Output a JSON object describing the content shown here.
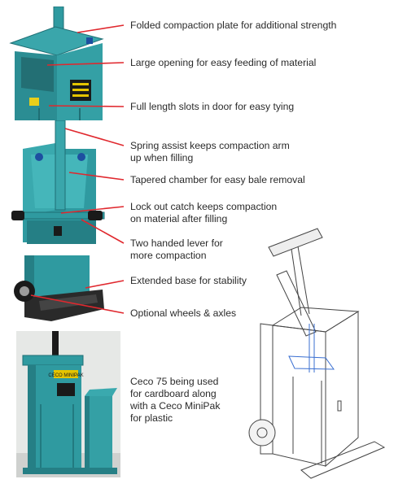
{
  "callouts": [
    {
      "lines": [
        "Folded compaction plate for additional strength"
      ]
    },
    {
      "lines": [
        "Large opening for easy feeding of material"
      ]
    },
    {
      "lines": [
        "Full length slots in door for easy tying"
      ]
    },
    {
      "lines": [
        "Spring assist keeps compaction arm",
        "up when filling"
      ]
    },
    {
      "lines": [
        "Tapered chamber for easy bale removal"
      ]
    },
    {
      "lines": [
        "Lock out catch keeps compaction",
        "on material after filling"
      ]
    },
    {
      "lines": [
        "Two handed lever for",
        "more compaction"
      ]
    },
    {
      "lines": [
        "Extended base for stability"
      ]
    },
    {
      "lines": [
        "Optional wheels & axles"
      ]
    }
  ],
  "caption": {
    "lines": [
      "Ceco 75 being used",
      "for cardboard along",
      "with a  Ceco MiniPak",
      "for plastic"
    ]
  },
  "panel_labels": {
    "baler_sign": "CECO MINIPAK"
  },
  "colors": {
    "machine_teal": "#2f9aa0",
    "machine_dark": "#1f6f75",
    "leader_red": "#e0282e"
  }
}
